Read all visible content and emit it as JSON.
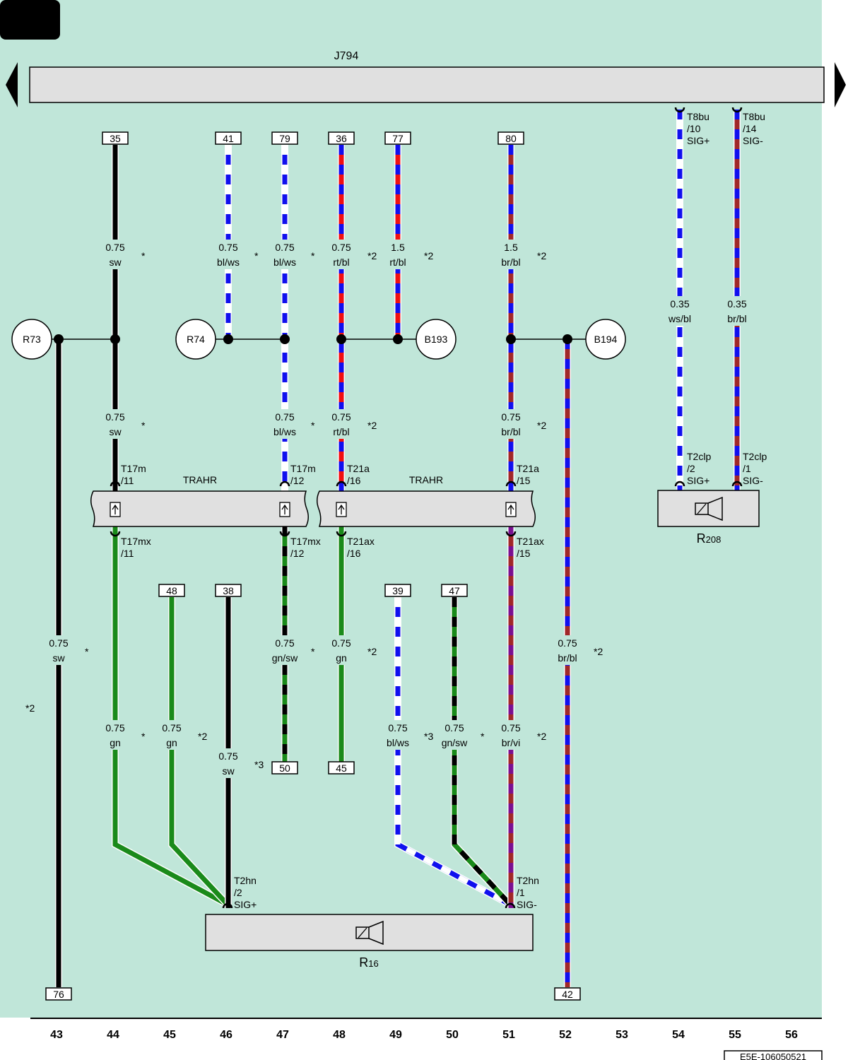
{
  "colors": {
    "background": "#c0e6d9",
    "component_fill": "#e0e0e0",
    "sw": "#000000",
    "ws": "#ffffff",
    "bl": "#1010ee",
    "rt": "#f01010",
    "br": "#a02828",
    "gn": "#1a8a1a",
    "vi": "#7a1090"
  },
  "bus": {
    "label": "J794"
  },
  "harness_label": "TRAHR",
  "components": [
    {
      "id": "R208",
      "prefix": "R",
      "sub": "208",
      "icon": "speaker-icon"
    },
    {
      "id": "R16",
      "prefix": "R",
      "sub": "16",
      "icon": "speaker-icon"
    }
  ],
  "splices": [
    "R73",
    "R74",
    "B193",
    "B194"
  ],
  "top_terminals": [
    "35",
    "41",
    "79",
    "36",
    "77",
    "80"
  ],
  "mid_terminals": [
    "48",
    "38",
    "39",
    "47"
  ],
  "bottom_terminals": [
    "50",
    "45"
  ],
  "base_terminals": [
    "76",
    "42"
  ],
  "connector_labels": [
    {
      "l1": "T8bu",
      "l2": "/10",
      "l3": "SIG+"
    },
    {
      "l1": "T8bu",
      "l2": "/14",
      "l3": "SIG-"
    },
    {
      "l1": "T17m",
      "l2": "/11"
    },
    {
      "l1": "T17m",
      "l2": "/12"
    },
    {
      "l1": "T21a",
      "l2": "/16"
    },
    {
      "l1": "T21a",
      "l2": "/15"
    },
    {
      "l1": "T2clp",
      "l2": "/2",
      "l3": "SIG+"
    },
    {
      "l1": "T2clp",
      "l2": "/1",
      "l3": "SIG-"
    },
    {
      "l1": "T17mx",
      "l2": "/11"
    },
    {
      "l1": "T17mx",
      "l2": "/12"
    },
    {
      "l1": "T21ax",
      "l2": "/16"
    },
    {
      "l1": "T21ax",
      "l2": "/15"
    },
    {
      "l1": "T2hn",
      "l2": "/2",
      "l3": "SIG+"
    },
    {
      "l1": "T2hn",
      "l2": "/1",
      "l3": "SIG-"
    }
  ],
  "wire_labels": [
    {
      "size": "0.75",
      "color": "sw",
      "note": "*"
    },
    {
      "size": "0.75",
      "color": "bl/ws",
      "note": "*"
    },
    {
      "size": "0.75",
      "color": "bl/ws",
      "note": "*"
    },
    {
      "size": "0.75",
      "color": "rt/bl",
      "note": "*2"
    },
    {
      "size": "1.5",
      "color": "rt/bl",
      "note": "*2"
    },
    {
      "size": "1.5",
      "color": "br/bl",
      "note": "*2"
    },
    {
      "size": "0.35",
      "color": "ws/bl",
      "note": ""
    },
    {
      "size": "0.35",
      "color": "br/bl",
      "note": ""
    },
    {
      "size": "0.75",
      "color": "sw",
      "note": "*"
    },
    {
      "size": "0.75",
      "color": "bl/ws",
      "note": "*"
    },
    {
      "size": "0.75",
      "color": "rt/bl",
      "note": "*2"
    },
    {
      "size": "0.75",
      "color": "br/bl",
      "note": "*2"
    },
    {
      "size": "0.75",
      "color": "sw",
      "note": "*"
    },
    {
      "size": "0.75",
      "color": "gn/sw",
      "note": "*"
    },
    {
      "size": "0.75",
      "color": "gn",
      "note": "*2"
    },
    {
      "size": "0.75",
      "color": "br/bl",
      "note": "*2"
    },
    {
      "size": "0.75",
      "color": "gn",
      "note": "*"
    },
    {
      "size": "0.75",
      "color": "gn",
      "note": "*2"
    },
    {
      "size": "0.75",
      "color": "sw",
      "note": "*3"
    },
    {
      "size": "0.75",
      "color": "bl/ws",
      "note": "*3"
    },
    {
      "size": "0.75",
      "color": "gn/sw",
      "note": "*"
    },
    {
      "size": "0.75",
      "color": "br/vi",
      "note": "*2"
    }
  ],
  "extra_note": "*2",
  "column_numbers": [
    "43",
    "44",
    "45",
    "46",
    "47",
    "48",
    "49",
    "50",
    "51",
    "52",
    "53",
    "54",
    "55",
    "56"
  ],
  "document_id": "E5E-106050521"
}
